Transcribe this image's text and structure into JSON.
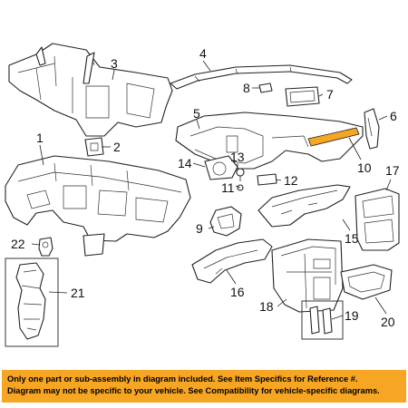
{
  "callouts": {
    "c1": "1",
    "c2": "2",
    "c3": "3",
    "c4": "4",
    "c5": "5",
    "c6": "6",
    "c7": "7",
    "c8": "8",
    "c9": "9",
    "c10": "10",
    "c11": "11",
    "c12": "12",
    "c13": "13",
    "c14": "14",
    "c15": "15",
    "c16": "16",
    "c17": "17",
    "c18": "18",
    "c19": "19",
    "c20": "20",
    "c21": "21",
    "c22": "22"
  },
  "banner": {
    "line1": "Only one part or sub-assembly in diagram included. See Item Specifics for Reference #.",
    "line2": "Diagram may not be specific to your vehicle. See Compatibility for vehicle-specific diagrams."
  },
  "colors": {
    "banner_bg": "#f6a623",
    "highlight": "#f5a623"
  }
}
